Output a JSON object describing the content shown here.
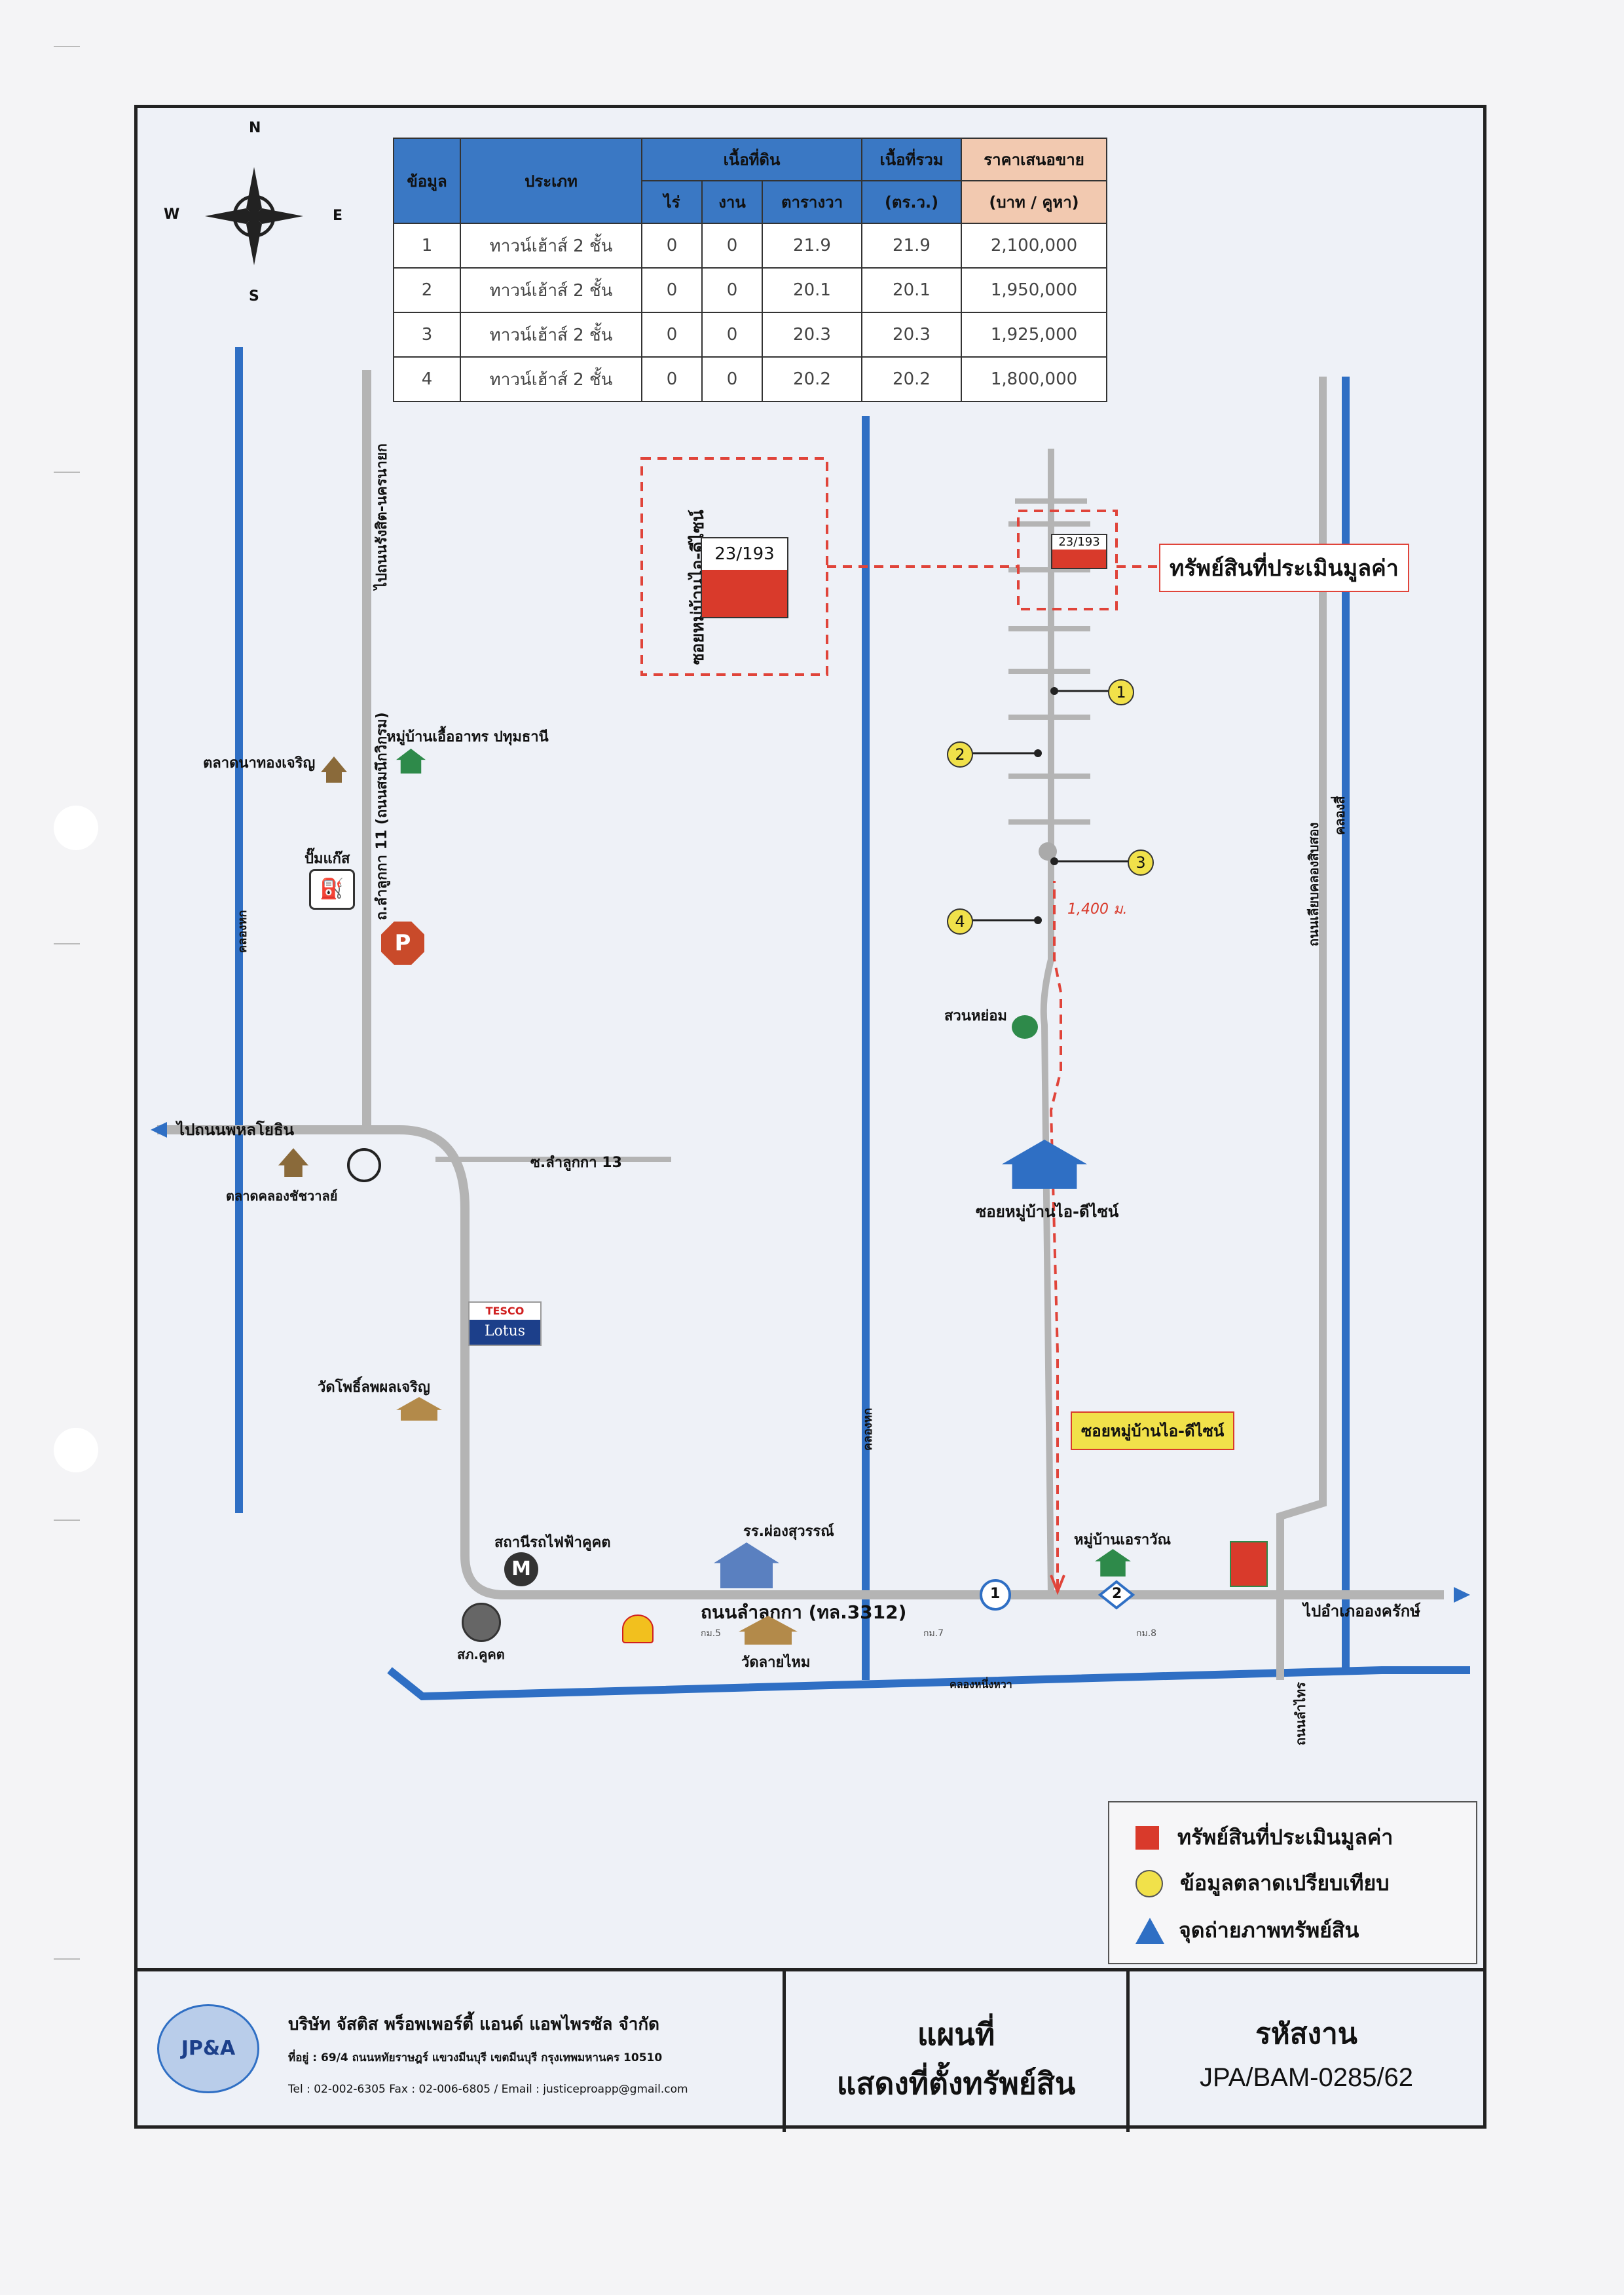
{
  "compass": {
    "n": "N",
    "s": "S",
    "e": "E",
    "w": "W"
  },
  "table": {
    "headers": {
      "data": "ข้อมูล",
      "type": "ประเภท",
      "land_area": "เนื้อที่ดิน",
      "rai": "ไร่",
      "ngan": "งาน",
      "wa": "ตารางวา",
      "total_area": "เนื้อที่รวม",
      "total_unit": "(ตร.ว.)",
      "price": "ราคาเสนอขาย",
      "price_unit": "(บาท / คูหา)"
    },
    "rows": [
      {
        "no": "1",
        "type": "ทาวน์เฮ้าส์ 2 ชั้น",
        "rai": "0",
        "ngan": "0",
        "wa": "21.9",
        "total": "21.9",
        "price": "2,100,000"
      },
      {
        "no": "2",
        "type": "ทาวน์เฮ้าส์ 2 ชั้น",
        "rai": "0",
        "ngan": "0",
        "wa": "20.1",
        "total": "20.1",
        "price": "1,950,000"
      },
      {
        "no": "3",
        "type": "ทาวน์เฮ้าส์ 2 ชั้น",
        "rai": "0",
        "ngan": "0",
        "wa": "20.3",
        "total": "20.3",
        "price": "1,925,000"
      },
      {
        "no": "4",
        "type": "ทาวน์เฮ้าส์ 2 ชั้น",
        "rai": "0",
        "ngan": "0",
        "wa": "20.2",
        "total": "20.2",
        "price": "1,800,000"
      }
    ]
  },
  "map": {
    "inset_plot": "23/193",
    "inset_soi": "ซอยหมู่บ้านไอ-ดีไซน์",
    "subject_plot": "23/193",
    "subject_label": "ทรัพย์สินที่ประเมินมูลค่า",
    "markers": [
      "1",
      "2",
      "3",
      "4"
    ],
    "distance": "1,400 ม.",
    "road_left": "ไปถนนรังสิต-นครนายก",
    "road_lamlukka": "ถ.ลำลูกกา 11 (ถนนสมนึกวิกรม)",
    "canal_left": "คลองหก",
    "canal_mid": "คลองหก",
    "canal_right": "คลองสี่",
    "road_right": "ถนนเลียบคลองสิบสอง",
    "road_right_bottom": "ถนนลำไทร",
    "canal_bottom": "คลองหนึ่งหวา",
    "to_phahon": "ไปถนนพหลโยธิน",
    "to_ongkharak": "ไปอำเภอองครักษ์",
    "main_road": "ถนนลำลูกกา (ทล.3312)",
    "soi13": "ซ.ลำลูกกา 13",
    "pois": {
      "market_thong": "ตลาดนาทองเจริญ",
      "village_uea": "หมู่บ้านเอื้ออาทร ปทุมธานี",
      "gas": "ปั๊มแก๊ส",
      "p_sign": "P",
      "market_khlong": "ตลาดคลองชัชวาลย์",
      "tesco_top": "TESCO",
      "tesco_bottom": "Lotus",
      "wat_pho": "วัดโพธิ์ลพผลเจริญ",
      "station": "สถานีรถไฟฟ้าคูคต",
      "police": "สภ.คูคต",
      "school": "รร.ผ่องสุวรรณ์",
      "wat_sai": "วัดลายไหม",
      "suan_hom": "สวนหย่อม",
      "soi_village": "ซอยหมู่บ้านไอ-ดีไซน์",
      "soi_sign": "ซอยหมู่บ้านไอ-ดีไซน์",
      "village_eura": "หมู่บ้านเอราวัณ",
      "km5": "กม.5",
      "km7": "กม.7",
      "km8": "กม.8",
      "photo1": "1",
      "photo2": "2"
    }
  },
  "legend": {
    "subject": "ทรัพย์สินที่ประเมินมูลค่า",
    "comparable": "ข้อมูลตลาดเปรียบเทียบ",
    "photo": "จุดถ่ายภาพทรัพย์สิน"
  },
  "footer": {
    "logo": "JP&A",
    "company": "บริษัท จัสติส พร็อพเพอร์ตี้ แอนด์ แอพไพรซัล จำกัด",
    "address": "ที่อยู่ : 69/4 ถนนหทัยราษฎร์ แขวงมีนบุรี เขตมีนบุรี กรุงเทพมหานคร 10510",
    "contact": "Tel : 02-002-6305 Fax : 02-006-6805  / Email : justiceproapp@gmail.com",
    "title_line1": "แผนที่",
    "title_line2": "แสดงที่ตั้งทรัพย์สิน",
    "code_label": "รหัสงาน",
    "code_value": "JPA/BAM-0285/62"
  },
  "colors": {
    "road": "#b4b4b4",
    "canal": "#2f6fc4",
    "subject": "#d93a2b",
    "comparable": "#f1e14a",
    "dash": "#e0443a"
  }
}
